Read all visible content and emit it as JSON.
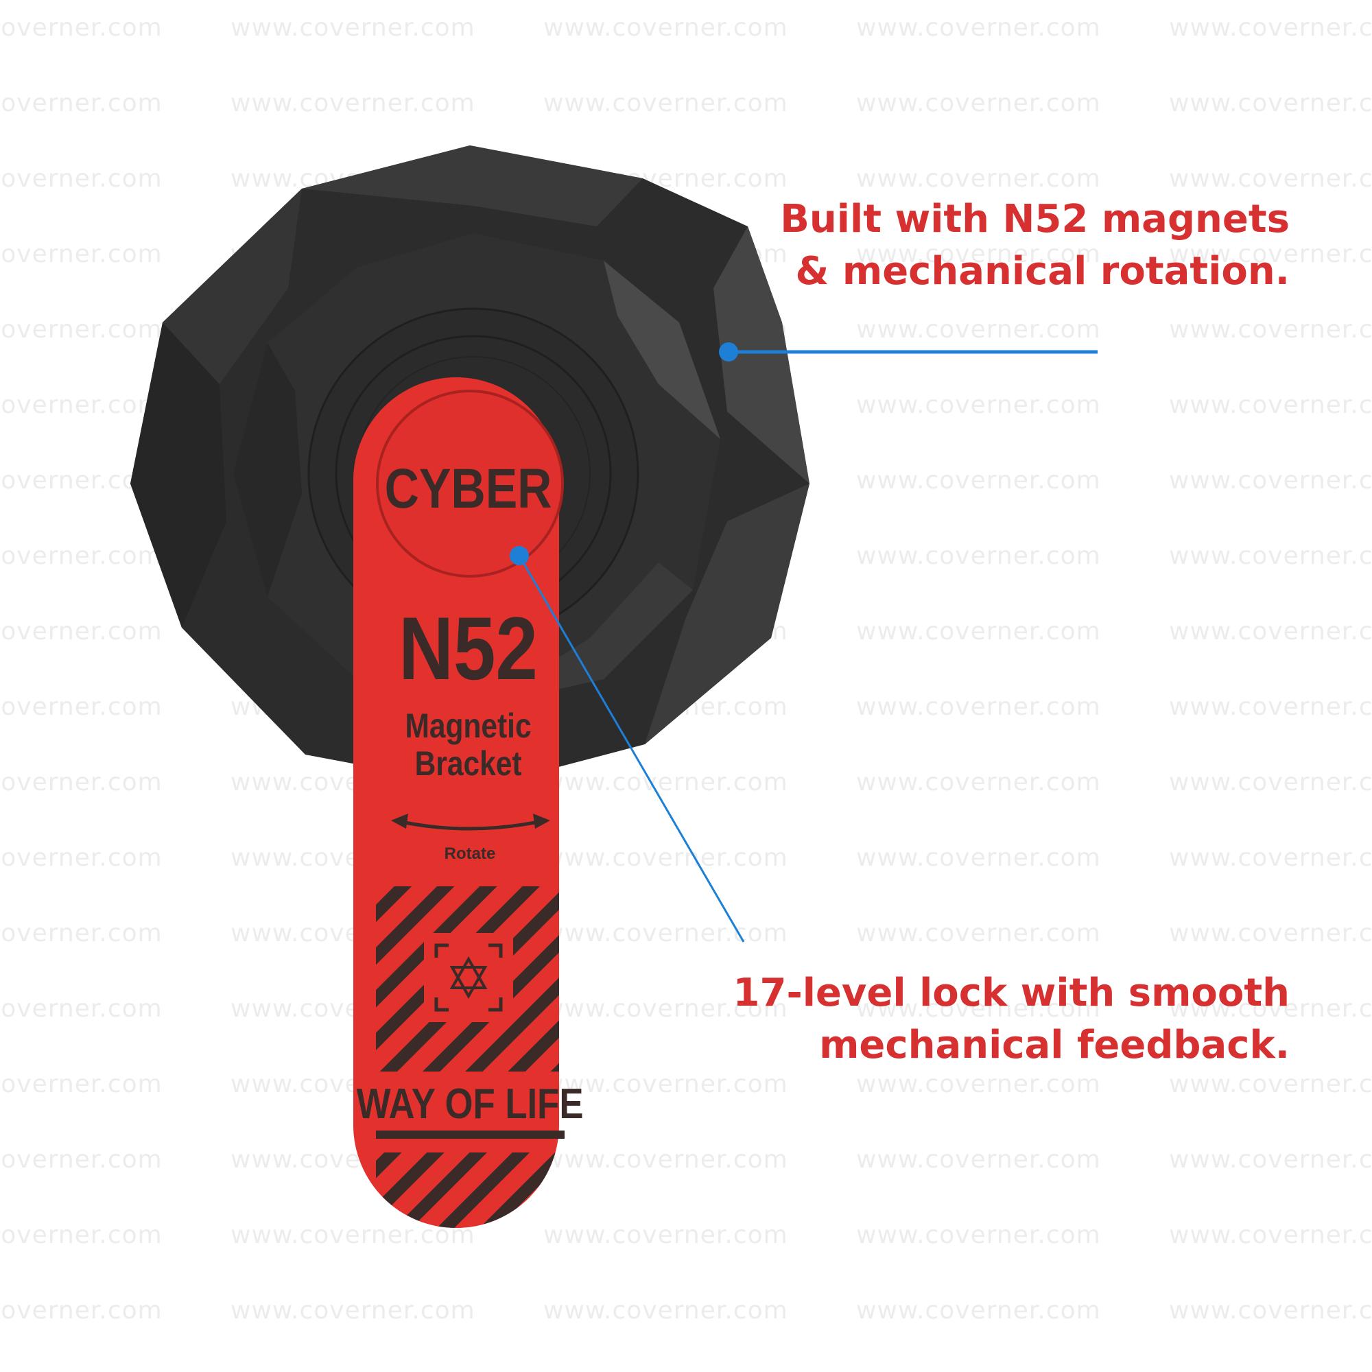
{
  "watermark": {
    "text": "www.coverner.com",
    "color": "#ececec"
  },
  "product": {
    "body_color": "#2f2f2f",
    "strap_color": "#e3312e",
    "print_color": "#3a2a28",
    "knob_label": "CYBER",
    "strap_title": "N52",
    "strap_subtitle_line1": "Magnetic",
    "strap_subtitle_line2": "Bracket",
    "rotate_label": "Rotate",
    "bottom_label": "WAY OF LIFE",
    "emblem_icon": "star-of-david-icon"
  },
  "callouts": [
    {
      "line1": "Built with N52 magnets",
      "line2": "& mechanical rotation.",
      "text_color": "#d63031",
      "pointer_color": "#1d7fd6"
    },
    {
      "line1": "17-level lock with smooth",
      "line2": "mechanical feedback.",
      "text_color": "#d63031",
      "pointer_color": "#1d7fd6"
    }
  ]
}
